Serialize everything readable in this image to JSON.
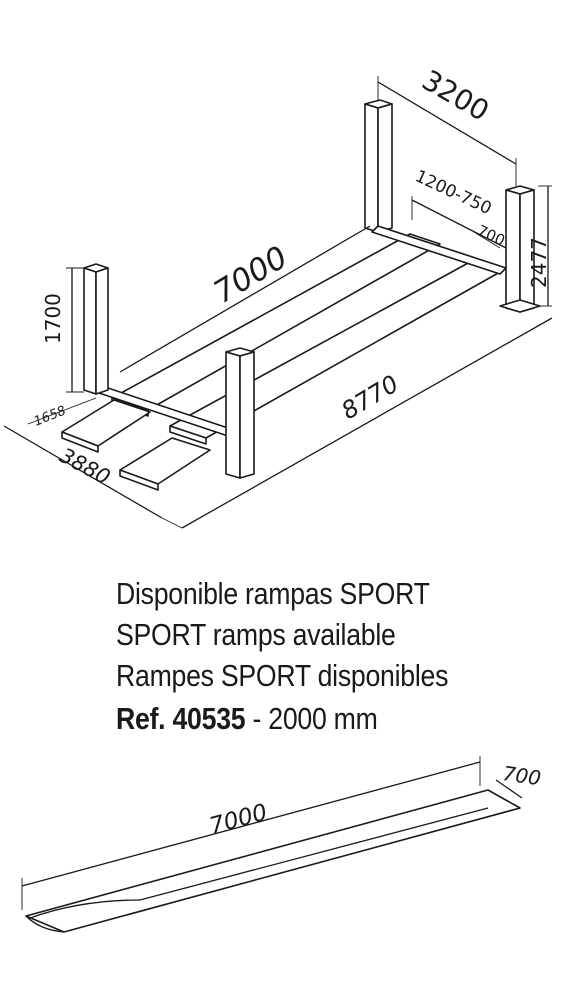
{
  "lift": {
    "dim_width": "3200",
    "dim_inner_range": "1200-750",
    "dim_ramp_width": "700",
    "dim_height_post": "2477",
    "dim_length_runway": "7000",
    "dim_overall_length": "8770",
    "dim_column_height": "1700",
    "dim_entry": "1658",
    "dim_depth": "3880"
  },
  "captions": {
    "es": "Disponible rampas SPORT",
    "en": "SPORT ramps available",
    "fr": "Rampes SPORT disponibles",
    "ref_label": "Ref. 40535",
    "ref_rest": " - 2000 mm"
  },
  "ramp": {
    "dim_length": "7000",
    "dim_width": "700"
  }
}
